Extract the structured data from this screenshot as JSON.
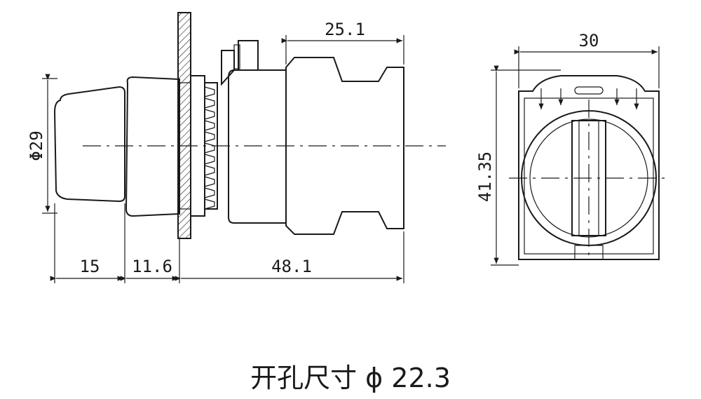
{
  "side_view": {
    "dim_diameter": "Φ29",
    "dim_length_1": "15",
    "dim_length_2": "11.6",
    "dim_length_3": "48.1",
    "dim_body": "25.1"
  },
  "front_view": {
    "dim_width": "30",
    "dim_height": "41.35"
  },
  "caption": "开孔尺寸 ϕ 22.3"
}
